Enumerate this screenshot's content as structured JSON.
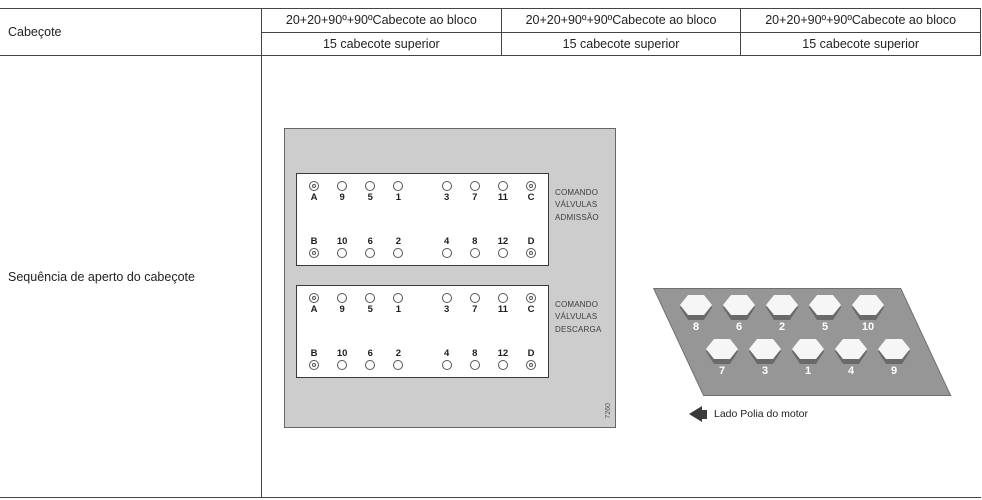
{
  "header": {
    "row_label": "Cabeçote",
    "columns": [
      {
        "line1": "20+20+90º+90ºCabecote ao bloco",
        "line2": "15 cabecote superior"
      },
      {
        "line1": "20+20+90º+90ºCabecote ao bloco",
        "line2": "15 cabecote superior"
      },
      {
        "line1": "20+20+90º+90ºCabecote ao bloco",
        "line2": "15 cabecote superior"
      }
    ]
  },
  "body": {
    "row_label": "Sequência de aperto do cabeçote"
  },
  "valves": {
    "letters": {
      "tl": "A",
      "tr": "C",
      "bl": "B",
      "br": "D"
    },
    "top_numbers": [
      "9",
      "5",
      "1",
      "3",
      "7",
      "11"
    ],
    "bottom_numbers": [
      "10",
      "6",
      "2",
      "4",
      "8",
      "12"
    ],
    "panels": [
      {
        "caption_lines": [
          "COMANDO",
          "VÁLVULAS",
          "ADMISSÃO"
        ]
      },
      {
        "caption_lines": [
          "COMANDO",
          "VÁLVULAS",
          "DESCARGA"
        ]
      }
    ],
    "figure_code": "7260"
  },
  "block": {
    "top_numbers": [
      "8",
      "6",
      "2",
      "5",
      "10"
    ],
    "bottom_numbers": [
      "7",
      "3",
      "1",
      "4",
      "9"
    ],
    "caption": "Lado Polia do motor"
  },
  "colors": {
    "diagram_box_bg": "#cdcdcd",
    "block_fill": "#969696"
  }
}
